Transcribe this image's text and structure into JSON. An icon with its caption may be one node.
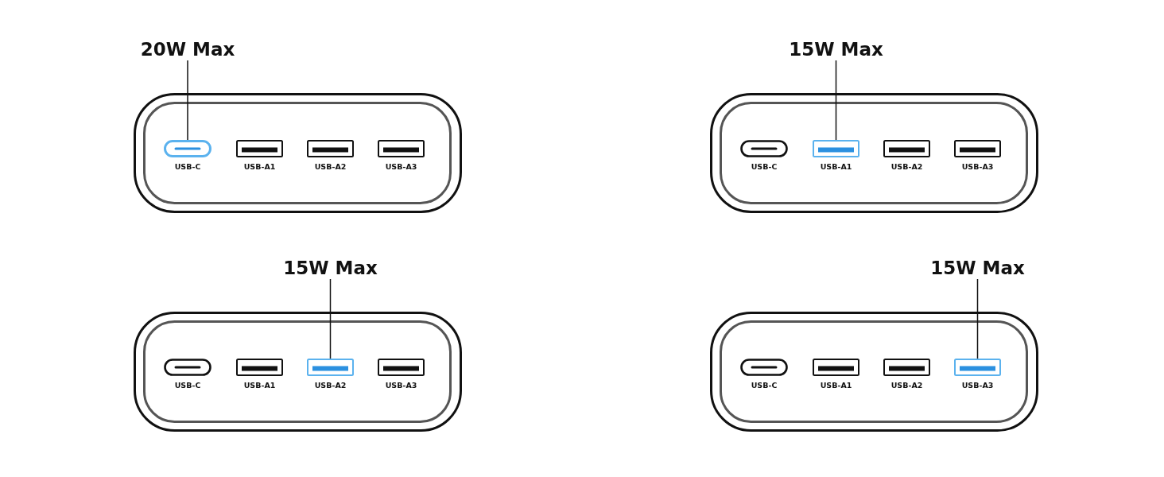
{
  "diagram": {
    "nodes": [
      {
        "text": [
          "20W Max"
        ]
      },
      {
        "text": [],
        "shape": "box"
      },
      {
        "text": [
          "USB-C"
        ],
        "in": 1
      },
      {
        "text": [
          "USB-A1"
        ],
        "in": 1
      },
      {
        "text": [
          "USB-A2"
        ],
        "in": 1
      },
      {
        "text": [
          "USB-A3"
        ],
        "in": 1
      },
      {
        "text": [
          "15W Max"
        ]
      },
      {
        "text": [],
        "shape": "box"
      },
      {
        "text": [
          "USB-C"
        ],
        "in": 7
      },
      {
        "text": [
          "USB-A1"
        ],
        "in": 7
      },
      {
        "text": [
          "USB-A2"
        ],
        "in": 7
      },
      {
        "text": [
          "USB-A3"
        ],
        "in": 7
      },
      {
        "text": [
          "15W Max"
        ]
      },
      {
        "text": [],
        "shape": "box"
      },
      {
        "text": [
          "USB-C"
        ],
        "in": 13
      },
      {
        "text": [
          "USB-A1"
        ],
        "in": 13
      },
      {
        "text": [
          "USB-A2"
        ],
        "in": 13
      },
      {
        "text": [
          "USB-A3"
        ],
        "in": 13
      },
      {
        "text": [
          "15W Max"
        ]
      },
      {
        "text": [],
        "shape": "box"
      },
      {
        "text": [
          "USB-C"
        ],
        "in": 19
      },
      {
        "text": [
          "USB-A1"
        ],
        "in": 19
      },
      {
        "text": [
          "USB-A2"
        ],
        "in": 19
      },
      {
        "text": [
          "USB-A3"
        ],
        "in": 19
      }
    ],
    "edges": [
      {
        "from": 0,
        "to": 2,
        "arrow": "none"
      },
      {
        "from": 6,
        "to": 9,
        "arrow": "none"
      },
      {
        "from": 12,
        "to": 16,
        "arrow": "none"
      },
      {
        "from": 18,
        "to": 23,
        "arrow": "none"
      }
    ]
  }
}
